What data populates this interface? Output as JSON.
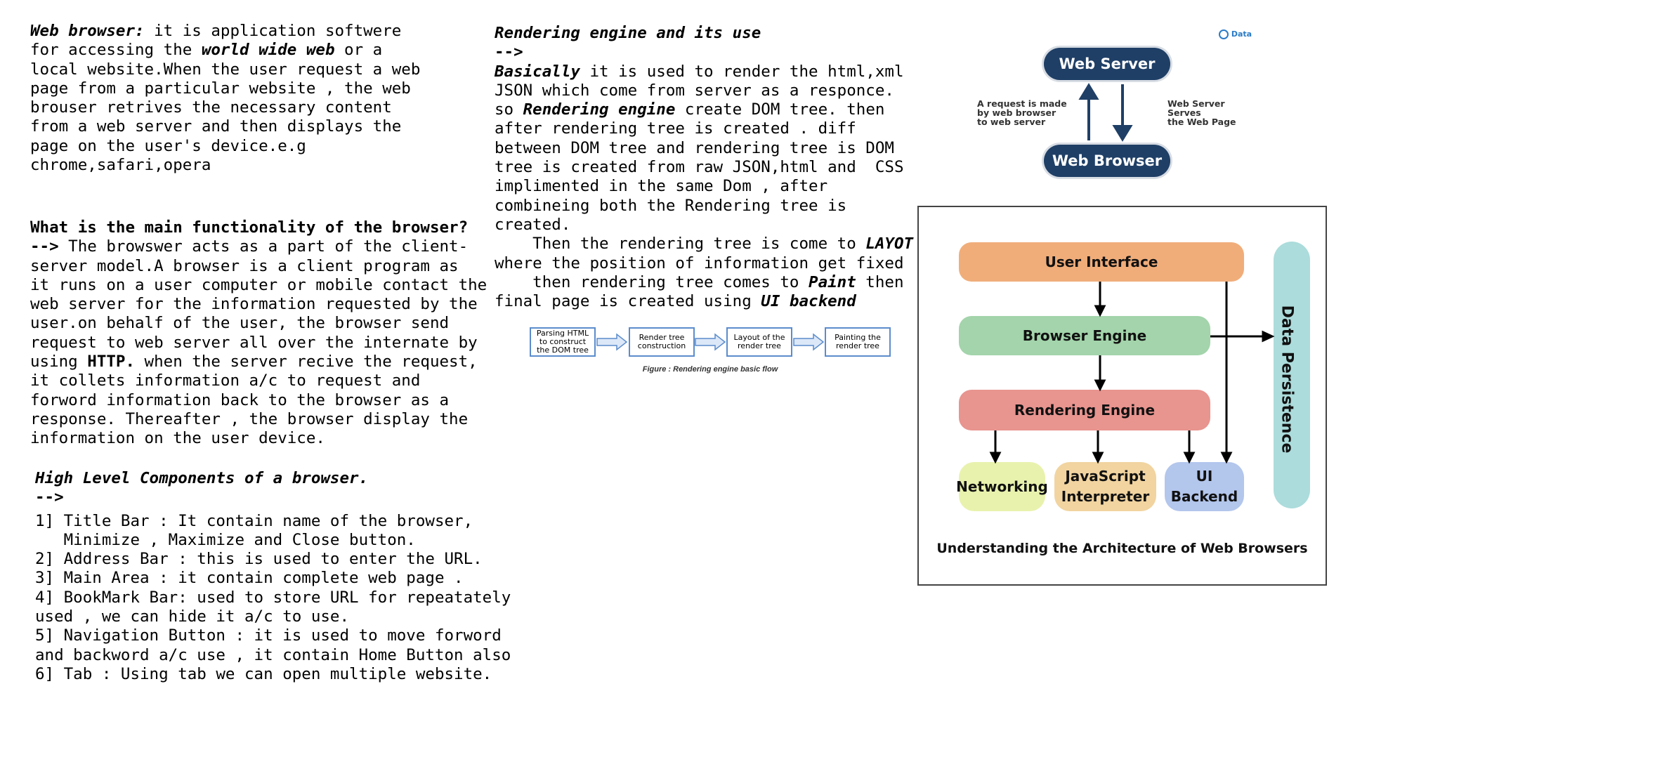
{
  "col1": {
    "sec1": {
      "term": "Web browser:",
      "t1": " it is application softwere",
      "t2": "for accessing the ",
      "www": "world wide web",
      "t3": " or a",
      "l3": "local website.When the user request a web",
      "l4": "page from a particular website , the web",
      "l5": "brouser retrives the necessary content",
      "l6": "from a web server and then displays the",
      "l7": "page on the user's device.e.g",
      "l8": "chrome,safari,opera"
    },
    "sec2": {
      "heading": "What is the main functionality of the browser?",
      "arrow": "-->",
      "l1": " The browswer acts as a part of the client-",
      "l2": "server model.A browser is a client program as",
      "l3": "it runs on a user computer or mobile contact the",
      "l4": "web server for the information requested by the",
      "l5": "user.on behalf of the user, the browser send",
      "l6": "request to web server all over the internate by",
      "l7a": "using ",
      "http": "HTTP.",
      "l7b": " when the server recive the request,",
      "l8": "it collets information a/c to request and",
      "l9": "forword information back to the browser as a",
      "l10": "response. Thereafter , the browser display the",
      "l11": "information on the user device."
    },
    "sec3": {
      "heading": "High Level Components of a browser.",
      "arrow": "-->",
      "items": [
        "1] Title Bar : It contain name of the browser,",
        "   Minimize , Maximize and Close button.",
        "2] Address Bar : this is used to enter the URL.",
        "3] Main Area : it contain complete web page .",
        "4] BookMark Bar: used to store URL for repeatately",
        "used , we can hide it a/c to use.",
        "5] Navigation Button : it is used to move forword",
        "and backword a/c use , it contain Home Button also",
        "6] Tab : Using tab we can open multiple website."
      ]
    }
  },
  "col2": {
    "heading": "Rendering engine and its use",
    "arrow": "-->",
    "basically": "Basically",
    "l1": " it is used to render the html,xml",
    "l2": "JSON which come from server as a responce.",
    "l3a": "so ",
    "re": "Rendering engine",
    "l3b": " create DOM tree. then",
    "l4": "after rendering tree is created . diff",
    "l5": "between DOM tree and rendering tree is DOM",
    "l6": "tree is created from raw JSON,html and  CSS",
    "l7": "implimented in the same Dom , after",
    "l8": "combineing both the Rendering tree is",
    "l9": "created.",
    "l10a": "    Then the rendering tree is come to ",
    "layot": "LAYOT",
    "l11": "where the position of information get fixed",
    "l12a": "    then rendering tree comes to ",
    "paint": "Paint",
    "l12b": " then",
    "l13a": "final page is created using ",
    "uib": "UI backend"
  },
  "flow": {
    "boxes": [
      "Parsing HTML to construct the DOM tree",
      "Render tree construction",
      "Layout of the render tree",
      "Painting the render tree"
    ],
    "caption": "Figure : Rendering engine basic flow"
  },
  "server_diagram": {
    "server": "Web Server",
    "browser": "Web Browser",
    "left_note": "A request is made\nby web browser\nto web server",
    "right_note": "Web Server\nServes\nthe Web Page",
    "logo": "Data"
  },
  "architecture": {
    "user_interface": "User Interface",
    "browser_engine": "Browser Engine",
    "rendering_engine": "Rendering Engine",
    "networking": "Networking",
    "js_line1": "JavaScript",
    "js_line2": "Interpreter",
    "ui_line1": "UI",
    "ui_line2": "Backend",
    "data_persistence": "Data Persistence",
    "caption": "Understanding the Architecture of Web Browsers",
    "colors": {
      "user_interface": "#f0ad7a",
      "browser_engine": "#a3d4ab",
      "rendering_engine": "#e8948f",
      "networking": "#e9f2ad",
      "js": "#f1d4a0",
      "ui_backend": "#b3c6ec",
      "data_persistence": "#acdcdc"
    }
  }
}
